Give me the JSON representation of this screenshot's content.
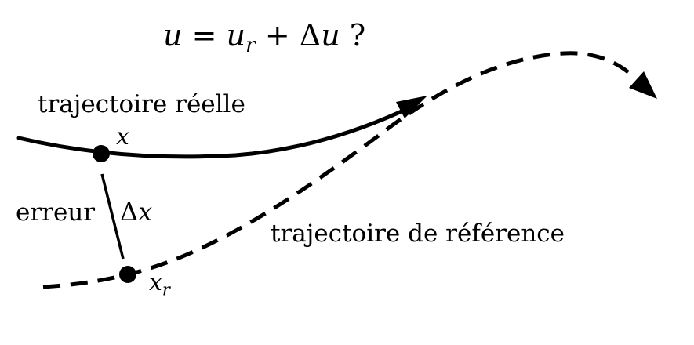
{
  "equation": {
    "u": "u",
    "eq": "=",
    "u_r_base": "u",
    "u_r_sub": "r",
    "plus": "+",
    "delta": "Δ",
    "du": "u",
    "q": "?"
  },
  "labels": {
    "real_trajectory": "trajectoire réelle",
    "reference_trajectory": "trajectoire de référence",
    "error": "erreur",
    "x": "x",
    "delta_x_symbol": "Δ",
    "delta_x_var": "x",
    "x_r_base": "x",
    "x_r_sub": "r"
  },
  "colors": {
    "ink": "#000000",
    "background": "#ffffff"
  }
}
